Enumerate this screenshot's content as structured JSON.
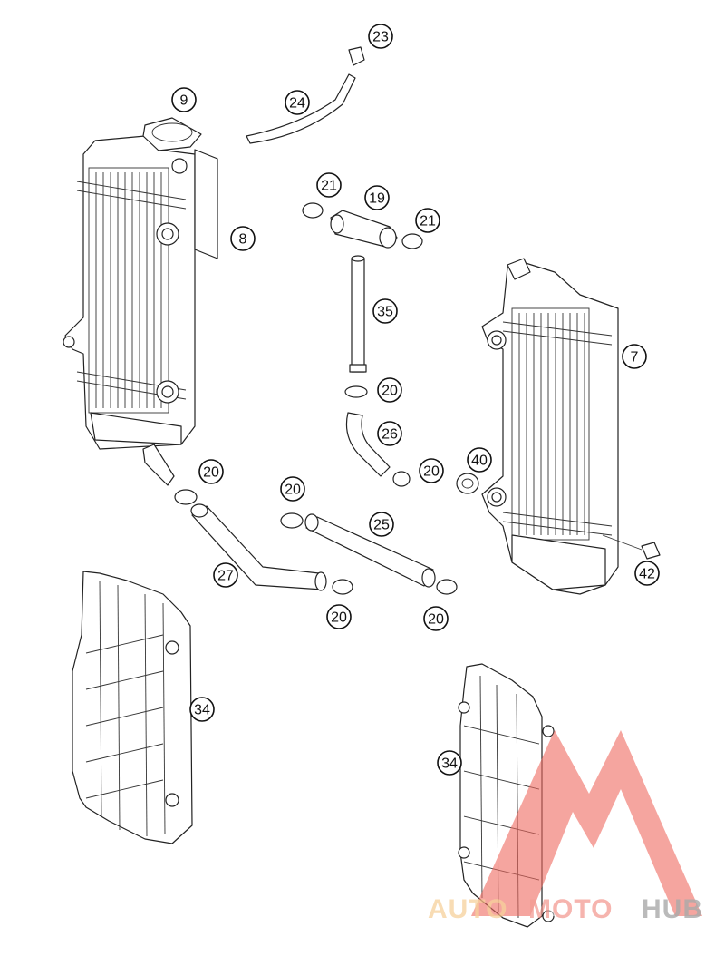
{
  "diagram": {
    "callouts": [
      {
        "id": "c23",
        "label": "23"
      },
      {
        "id": "c24",
        "label": "24"
      },
      {
        "id": "c9",
        "label": "9"
      },
      {
        "id": "c8",
        "label": "8"
      },
      {
        "id": "c21a",
        "label": "21"
      },
      {
        "id": "c19",
        "label": "19"
      },
      {
        "id": "c21b",
        "label": "21"
      },
      {
        "id": "c35",
        "label": "35"
      },
      {
        "id": "c7",
        "label": "7"
      },
      {
        "id": "c20a",
        "label": "20"
      },
      {
        "id": "c26",
        "label": "26"
      },
      {
        "id": "c20b",
        "label": "20"
      },
      {
        "id": "c40",
        "label": "40"
      },
      {
        "id": "c20c",
        "label": "20"
      },
      {
        "id": "c20d",
        "label": "20"
      },
      {
        "id": "c25",
        "label": "25"
      },
      {
        "id": "c27",
        "label": "27"
      },
      {
        "id": "c42",
        "label": "42"
      },
      {
        "id": "c20e",
        "label": "20"
      },
      {
        "id": "c20f",
        "label": "20"
      },
      {
        "id": "c34a",
        "label": "34"
      },
      {
        "id": "c34b",
        "label": "34"
      }
    ]
  },
  "watermark": {
    "part1": "AUTO",
    "part2": "MOTO",
    "part3": "HUB",
    "colors": {
      "auto": "#f5c98a",
      "moto": "#f08a80",
      "hub": "#9a9a9a",
      "triangle": "#f06a60"
    }
  }
}
